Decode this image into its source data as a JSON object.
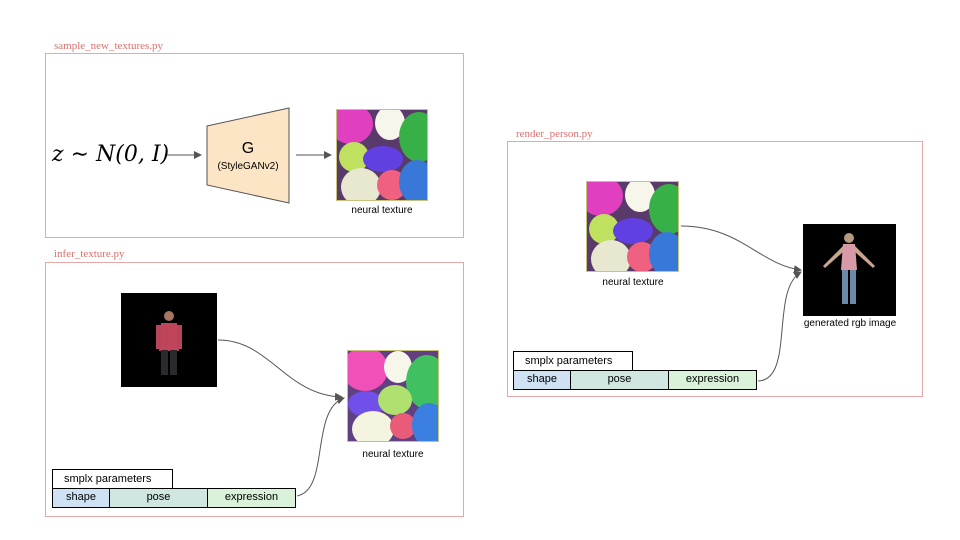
{
  "colors": {
    "section_label": "#d9706e",
    "panel_border": "#e6a8a6",
    "generator_fill": "#fce5c5",
    "shape_fill": "#cfe2f3",
    "pose_fill": "#d0e6e0",
    "expression_fill": "#d9f2d9"
  },
  "sample": {
    "script_name": "sample_new_textures.py",
    "latent_formula": "z ∼ N(0, I)",
    "generator_label": "G",
    "generator_model": "(StyleGANv2)",
    "texture_caption": "neural texture"
  },
  "infer": {
    "script_name": "infer_texture.py",
    "texture_caption": "neural texture",
    "params": {
      "title": "smplx parameters",
      "shape": "shape",
      "pose": "pose",
      "expression": "expression"
    }
  },
  "render": {
    "script_name": "render_person.py",
    "texture_caption": "neural texture",
    "output_caption": "generated rgb image",
    "params": {
      "title": "smplx parameters",
      "shape": "shape",
      "pose": "pose",
      "expression": "expression"
    }
  }
}
